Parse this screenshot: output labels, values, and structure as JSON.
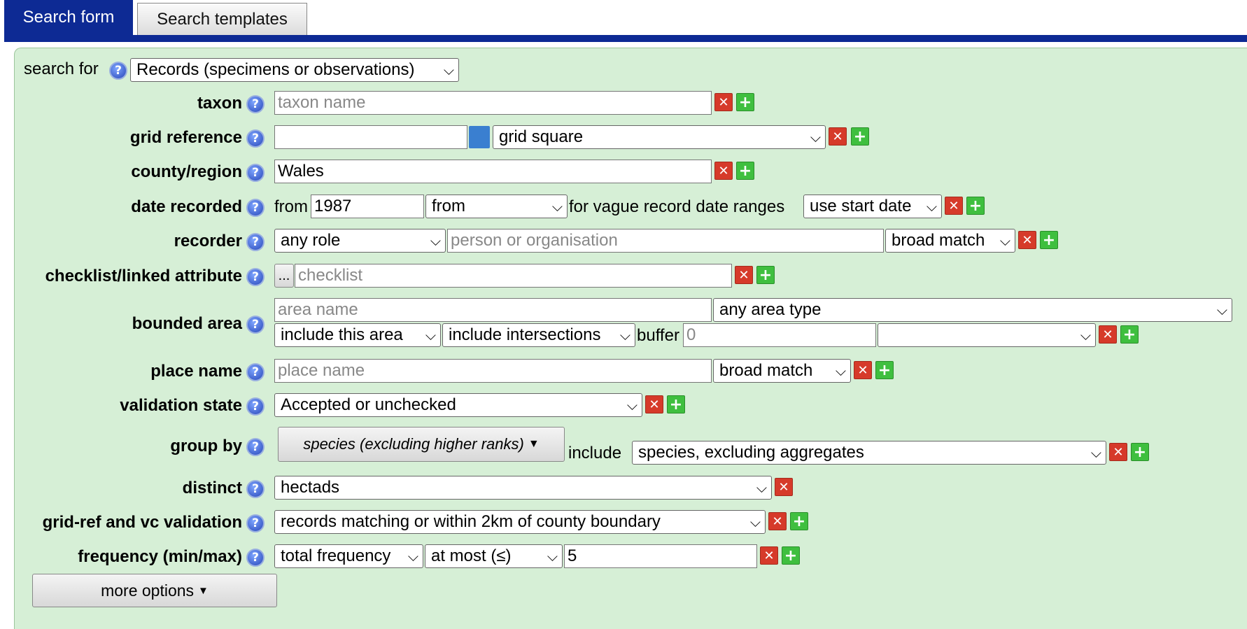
{
  "tabs": [
    {
      "label": "Search form",
      "active": true
    },
    {
      "label": "Search templates",
      "active": false
    }
  ],
  "colors": {
    "tab_active": "#0d2a94",
    "panel_bg": "#d6efd6",
    "remove_red": "#d63a2a",
    "add_green": "#3fbf3f",
    "help_blue": "#2746b8"
  },
  "icons": {
    "help": "question-icon",
    "remove": "close-icon",
    "add": "plus-icon",
    "map": "map-picker-icon",
    "chevron": "chevron-down-icon",
    "caret": "caret-down-icon"
  },
  "search_for": {
    "label": "search for",
    "value": "Records (specimens or observations)"
  },
  "taxon": {
    "label": "taxon",
    "placeholder": "taxon name"
  },
  "grid_reference": {
    "label": "grid reference",
    "value": "",
    "type": "grid square"
  },
  "county_region": {
    "label": "county/region",
    "value": "Wales"
  },
  "date_recorded": {
    "label": "date recorded",
    "from_text": "from",
    "value": "1987",
    "mode": "from",
    "vague_text": "for vague record date ranges",
    "vague_mode": "use start date"
  },
  "recorder": {
    "label": "recorder",
    "role": "any role",
    "placeholder": "person or organisation",
    "match": "broad match"
  },
  "checklist": {
    "label": "checklist/linked attribute",
    "button": "...",
    "placeholder": "checklist"
  },
  "bounded_area": {
    "label": "bounded area",
    "placeholder": "area name",
    "area_type": "any area type",
    "include": "include this area",
    "intersections": "include intersections",
    "buffer_text": "buffer",
    "buffer_value": "0",
    "buffer_unit": ""
  },
  "place_name": {
    "label": "place name",
    "placeholder": "place name",
    "match": "broad match"
  },
  "validation_state": {
    "label": "validation state",
    "value": "Accepted or unchecked"
  },
  "group_by": {
    "label": "group by",
    "value": "species (excluding higher ranks)",
    "include_text": "include",
    "include_value": "species, excluding aggregates"
  },
  "distinct": {
    "label": "distinct",
    "value": "hectads"
  },
  "gridref_vc": {
    "label": "grid-ref and vc validation",
    "value": "records matching or within 2km of county boundary"
  },
  "frequency": {
    "label": "frequency (min/max)",
    "type": "total frequency",
    "comparator": "at most (≤)",
    "value": "5"
  },
  "more_options": {
    "label": "more options"
  }
}
